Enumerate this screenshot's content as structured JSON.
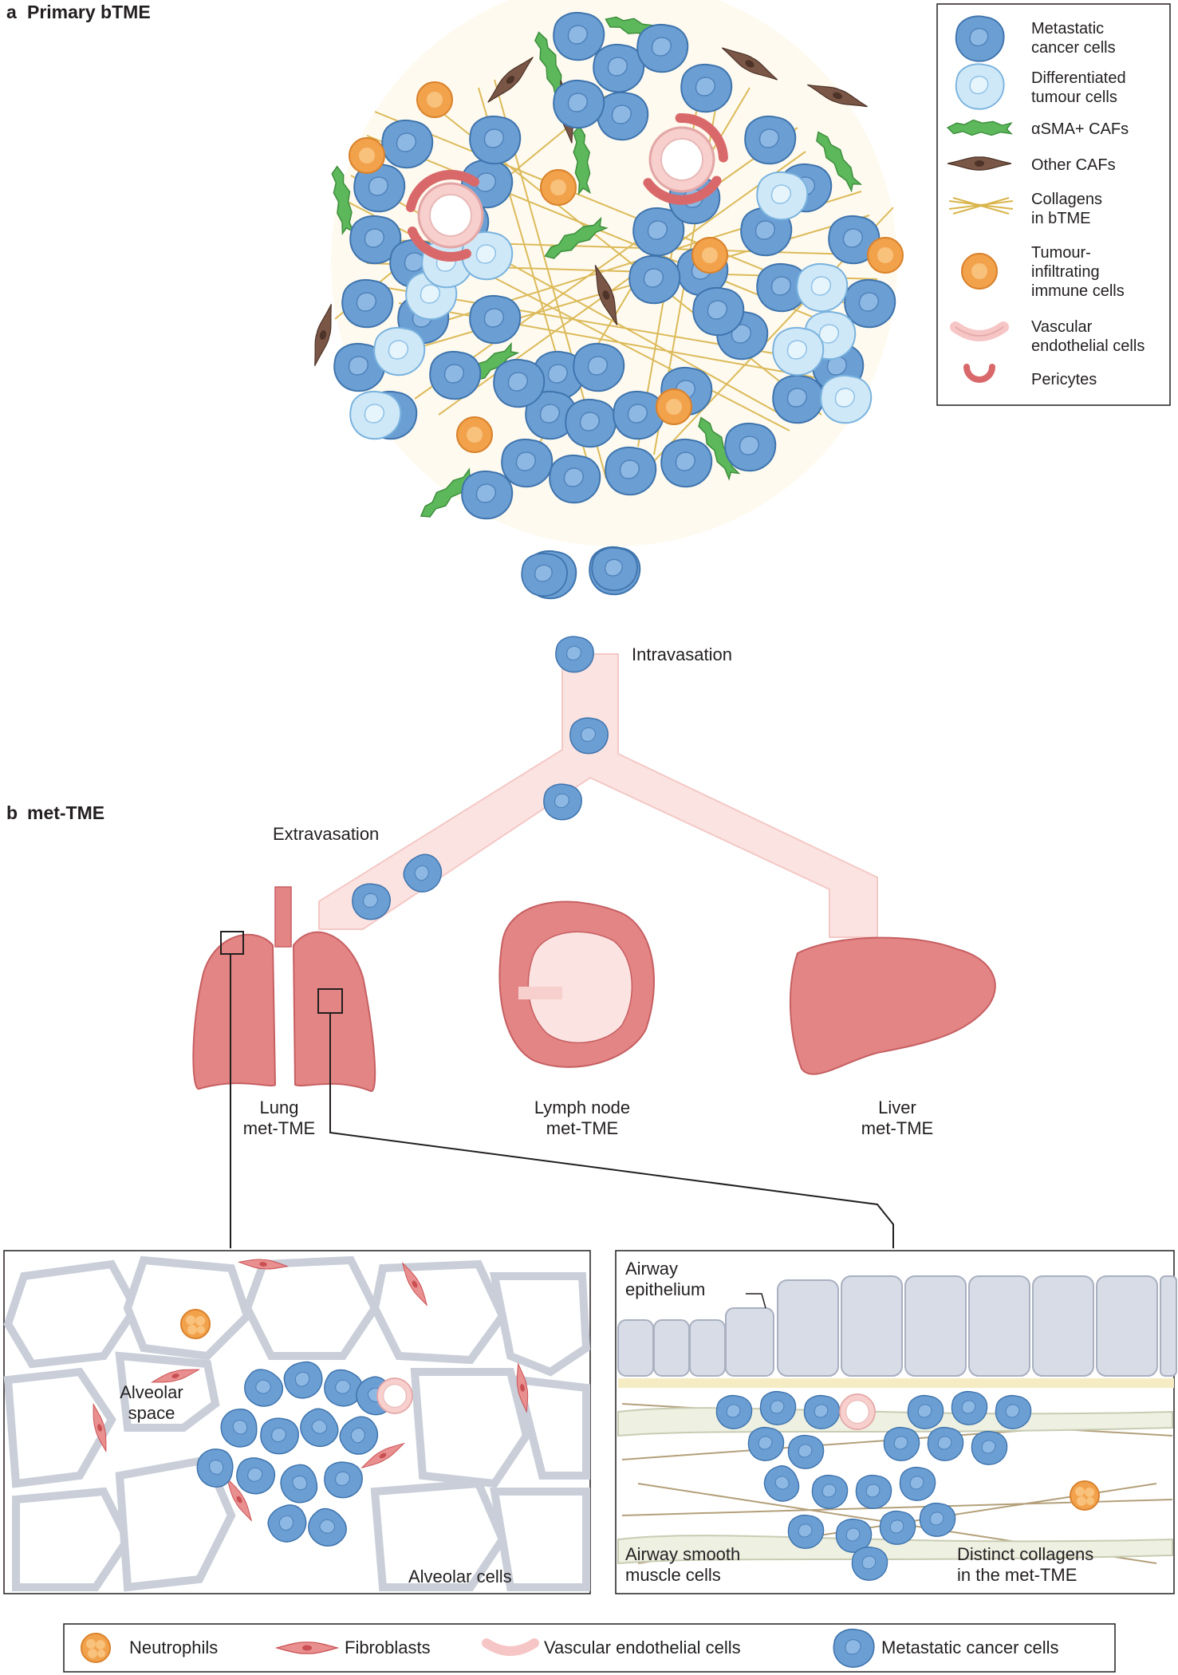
{
  "panel_a": {
    "letter": "a",
    "title": "Primary bTME",
    "legend": [
      {
        "icon": "metastatic-cancer-cell-icon",
        "label": "Metastatic cancer cells",
        "lines": [
          "Metastatic",
          "cancer cells"
        ]
      },
      {
        "icon": "differentiated-tumour-cell-icon",
        "label": "Differentiated tumour cells",
        "lines": [
          "Differentiated",
          "tumour cells"
        ]
      },
      {
        "icon": "asma-caf-icon",
        "label": "αSMA+ CAFs",
        "lines": [
          "αSMA+ CAFs"
        ]
      },
      {
        "icon": "other-caf-icon",
        "label": "Other CAFs",
        "lines": [
          "Other CAFs"
        ]
      },
      {
        "icon": "collagen-icon",
        "label": "Collagens in bTME",
        "lines": [
          "Collagens",
          "in bTME"
        ]
      },
      {
        "icon": "immune-cell-icon",
        "label": "Tumour-infiltrating immune cells",
        "lines": [
          "Tumour-",
          "infiltrating",
          "immune cells"
        ]
      },
      {
        "icon": "vascular-endothelial-icon",
        "label": "Vascular endothelial cells",
        "lines": [
          "Vascular",
          "endothelial cells"
        ]
      },
      {
        "icon": "pericyte-icon",
        "label": "Pericytes",
        "lines": [
          "Pericytes"
        ]
      }
    ]
  },
  "flow": {
    "intravasation": "Intravasation",
    "extravasation": "Extravasation"
  },
  "panel_b": {
    "letter": "b",
    "title": "met-TME",
    "organs": [
      {
        "name": "lung",
        "lines": [
          "Lung",
          "met-TME"
        ]
      },
      {
        "name": "lymph-node",
        "lines": [
          "Lymph node",
          "met-TME"
        ]
      },
      {
        "name": "liver",
        "lines": [
          "Liver",
          "met-TME"
        ]
      }
    ],
    "alveolar": {
      "space_lines": [
        "Alveolar",
        "space"
      ],
      "cells": "Alveolar cells"
    },
    "airway": {
      "epithelium_lines": [
        "Airway",
        "epithelium"
      ],
      "smooth_muscle_lines": [
        "Airway smooth",
        "muscle cells"
      ],
      "collagens_lines": [
        "Distinct collagens",
        "in the met-TME"
      ]
    }
  },
  "bottom_legend": [
    {
      "icon": "neutrophil-icon",
      "label": "Neutrophils"
    },
    {
      "icon": "fibroblast-icon",
      "label": "Fibroblasts"
    },
    {
      "icon": "vascular-endothelial-icon",
      "label": "Vascular endothelial cells"
    },
    {
      "icon": "metastatic-cancer-cell-icon",
      "label": "Metastatic cancer cells"
    }
  ],
  "colors": {
    "cancer": "#6b9fd4",
    "cancer_dark": "#3f74ad",
    "differentiated": "#cfe8f8",
    "asma_caf": "#5cb85a",
    "other_caf": "#6b4a3a",
    "collagen": "#d9b44a",
    "immune": "#f2a24b",
    "endothelial": "#f6c5c5",
    "pericyte": "#d9686a",
    "vessel": "#fbe3e1",
    "organ": "#e48585",
    "alveolar": "#dfe3ea",
    "fibroblast": "#d9686a"
  }
}
